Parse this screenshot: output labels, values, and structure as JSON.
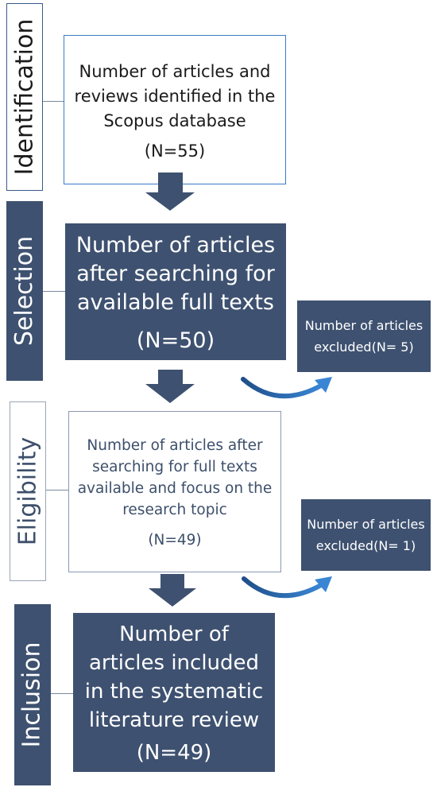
{
  "stages": [
    {
      "id": "identification",
      "label": "Identification"
    },
    {
      "id": "selection",
      "label": "Selection"
    },
    {
      "id": "eligibility",
      "label": "Eligibility"
    },
    {
      "id": "inclusion",
      "label": "Inclusion"
    }
  ],
  "boxes": {
    "identification": {
      "text": "Number of articles and reviews identified in the Scopus database",
      "count": "(N=55)"
    },
    "selection": {
      "text": "Number of articles after searching for available full texts",
      "count": "(N=50)"
    },
    "eligibility": {
      "text": "Number of articles after searching for full texts available and focus on the research topic",
      "count": "(N=49)"
    },
    "inclusion": {
      "text": "Number of articles included in the systematic literature review",
      "count": "(N=49)"
    }
  },
  "excluded": {
    "selection": "Number of articles excluded(N= 5)",
    "eligibility": "Number of articles excluded(N= 1)"
  },
  "colors": {
    "dark_fill": "#3e5170",
    "light_border": "#3a7bc8",
    "arrow": "#3e5170",
    "curve_arrow": "#2f6fb5"
  }
}
